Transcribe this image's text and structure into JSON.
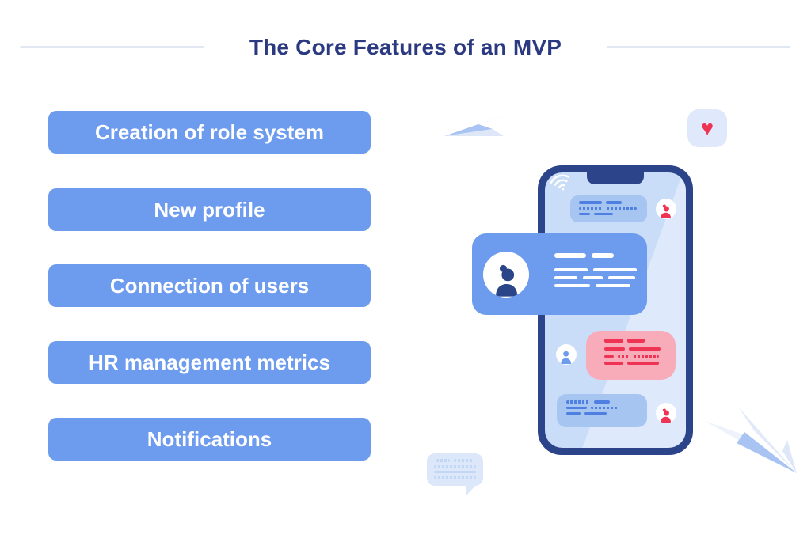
{
  "header": {
    "title": "The Core Features of an MVP"
  },
  "features": [
    {
      "label": "Creation of role system"
    },
    {
      "label": "New profile"
    },
    {
      "label": "Connection of users"
    },
    {
      "label": "HR management metrics"
    },
    {
      "label": "Notifications"
    }
  ],
  "illustration": {
    "heart_glyph": "♥",
    "icon_names": [
      "wifi-icon",
      "heart-icon",
      "paper-plane-icon",
      "female-user-avatar-icon",
      "male-user-avatar-icon",
      "chat-bubble",
      "speech-bubble"
    ],
    "colors": {
      "accent_blue": "#6D9BEE",
      "title_navy": "#2B3A80",
      "phone_frame_navy": "#2C4489",
      "screen_blue": "#C9DCF8",
      "screen_highlight": "#DEEAFC",
      "chat_bubble_blue": "#A6C5F1",
      "chat_line_blue": "#4E7FE1",
      "chat_bubble_pink": "#F8ACBA",
      "chat_line_red": "#EE3355",
      "avatar_red": "#EE3354",
      "deco_light_blue": "#DCE8FA",
      "divider_gray": "#E2E8F2"
    }
  }
}
